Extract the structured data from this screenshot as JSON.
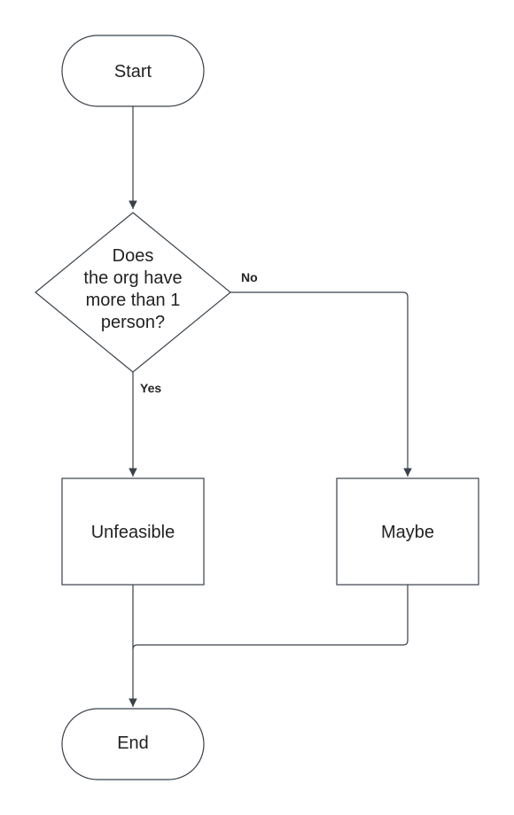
{
  "nodes": {
    "start": {
      "label": "Start",
      "shape": "terminator"
    },
    "decision": {
      "shape": "decision",
      "lines": [
        "Does",
        "the org have",
        "more than 1",
        "person?"
      ]
    },
    "unfeasible": {
      "label": "Unfeasible",
      "shape": "process"
    },
    "maybe": {
      "label": "Maybe",
      "shape": "process"
    },
    "end": {
      "label": "End",
      "shape": "terminator"
    }
  },
  "edges": {
    "no": {
      "from": "decision",
      "to": "maybe",
      "label": "No"
    },
    "yes": {
      "from": "decision",
      "to": "unfeasible",
      "label": "Yes"
    },
    "start_to_decision": {
      "from": "start",
      "to": "decision"
    },
    "unfeasible_to_end": {
      "from": "unfeasible",
      "to": "end"
    },
    "maybe_to_end": {
      "from": "maybe",
      "to": "end"
    }
  },
  "colors": {
    "stroke": "#3a414a",
    "fill": "#ffffff",
    "text": "#222222"
  }
}
